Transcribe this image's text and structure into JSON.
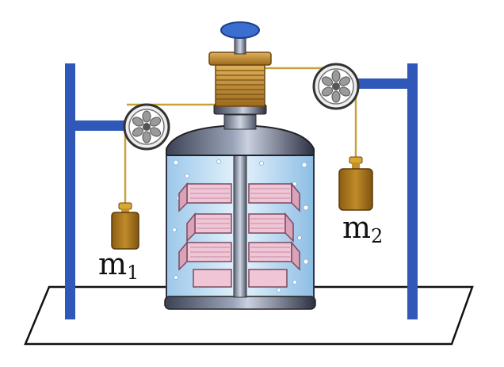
{
  "diagram": {
    "labels": {
      "left_mass_main": "m",
      "left_mass_sub": "1",
      "right_mass_main": "m",
      "right_mass_sub": "2"
    },
    "colors": {
      "stand": "#2f58b8",
      "weight": "#b07a1a",
      "string": "#c9a23a",
      "water": "#cfe6f7",
      "paddle": "#f0c6d6",
      "lid": "#3b3f52",
      "cap": "#3a6fd0"
    }
  }
}
